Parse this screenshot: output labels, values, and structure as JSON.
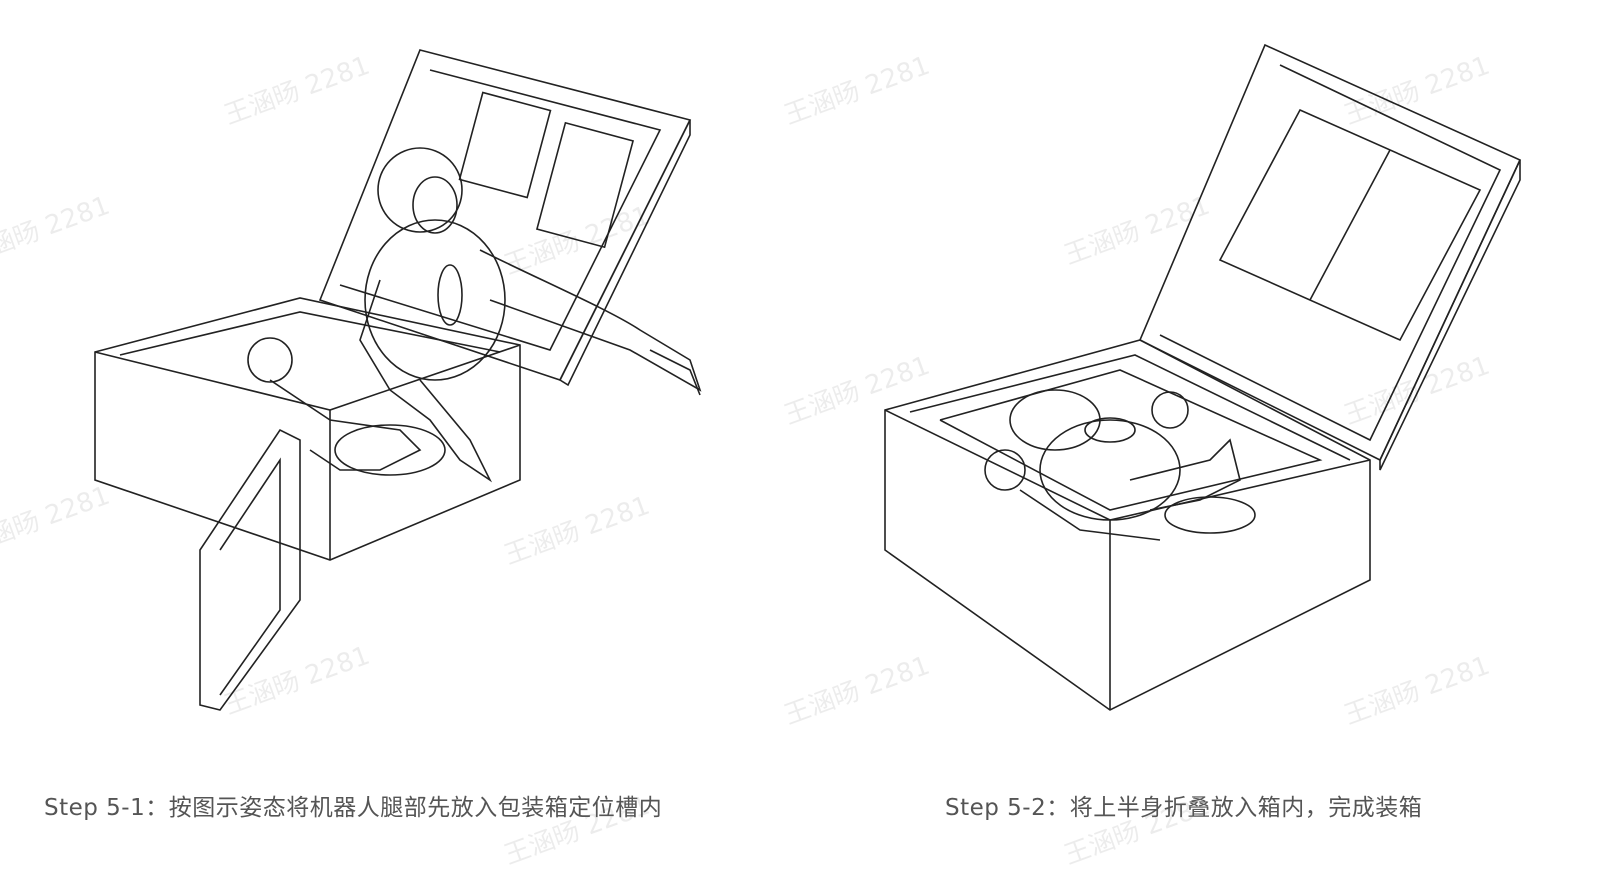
{
  "steps": [
    {
      "caption": "Step 5-1：按图示姿态将机器人腿部先放入包装箱定位槽内"
    },
    {
      "caption": "Step 5-2：将上半身折叠放入箱内，完成装箱"
    }
  ],
  "watermark": "王涵旸 2281"
}
